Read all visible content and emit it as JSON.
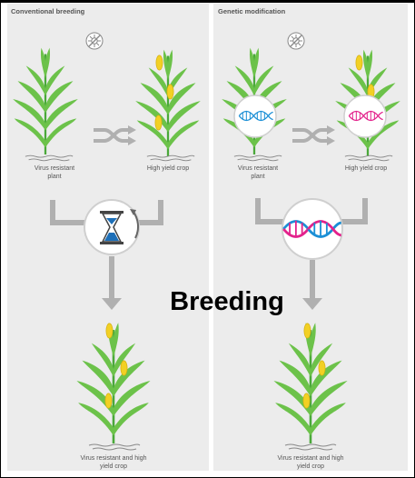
{
  "overlay_title": "Breeding",
  "panels": [
    {
      "heading": "Conventional breeding",
      "parent_left_label": "Virus resistant\nplant",
      "parent_right_label": "High yield crop",
      "offspring_label": "Virus resistant and high\nyield crop",
      "method_icon": "hourglass-icon"
    },
    {
      "heading": "Genetic modification",
      "parent_left_label": "Virus resistant\nplant",
      "parent_right_label": "High yield crop",
      "offspring_label": "Virus resistant and high\nyield crop",
      "method_icon": "dna-icon"
    }
  ],
  "colors": {
    "panel_bg": "#ececec",
    "leaf_green": "#6cc24a",
    "leaf_dark": "#4aa83a",
    "grain_yellow": "#f2d024",
    "arrow_gray": "#b0b0b0",
    "dna_blue": "#1b8fd6",
    "dna_pink": "#e3228c",
    "hourglass_blue": "#1d6fb8"
  }
}
